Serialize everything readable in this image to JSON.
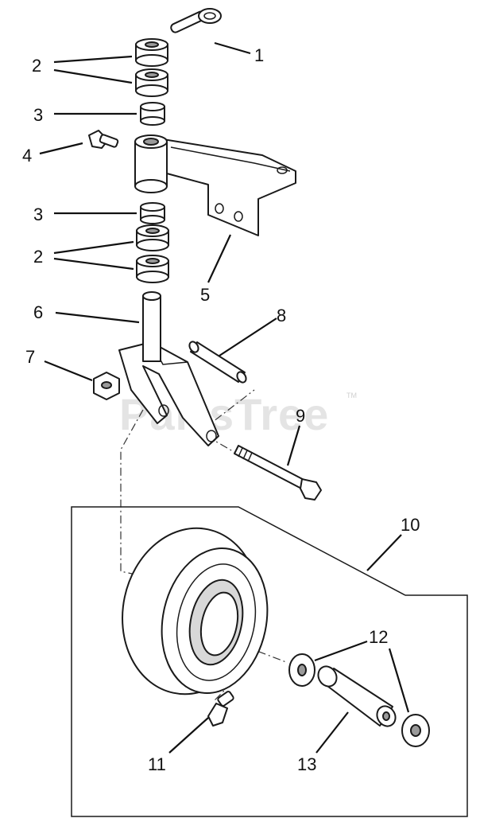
{
  "watermark": {
    "text": "PartsTree",
    "tm": "TM"
  },
  "callouts": [
    "1",
    "2",
    "3",
    "4",
    "3",
    "2",
    "5",
    "6",
    "8",
    "7",
    "9",
    "10",
    "12",
    "11",
    "13"
  ],
  "parts": [
    {
      "id": 1,
      "icon": "pin-icon"
    },
    {
      "id": 2,
      "icon": "spacer-washer-icon"
    },
    {
      "id": 3,
      "icon": "bushing-icon"
    },
    {
      "id": 4,
      "icon": "grease-fitting-icon"
    },
    {
      "id": 5,
      "icon": "caster-bracket-icon"
    },
    {
      "id": 6,
      "icon": "caster-fork-icon"
    },
    {
      "id": 7,
      "icon": "nut-icon"
    },
    {
      "id": 8,
      "icon": "spacer-tube-icon"
    },
    {
      "id": 9,
      "icon": "bolt-icon"
    },
    {
      "id": 10,
      "icon": "wheel-assembly-icon"
    },
    {
      "id": 11,
      "icon": "grease-fitting-icon"
    },
    {
      "id": 12,
      "icon": "bearing-icon"
    },
    {
      "id": 13,
      "icon": "spacer-tube-icon"
    }
  ]
}
